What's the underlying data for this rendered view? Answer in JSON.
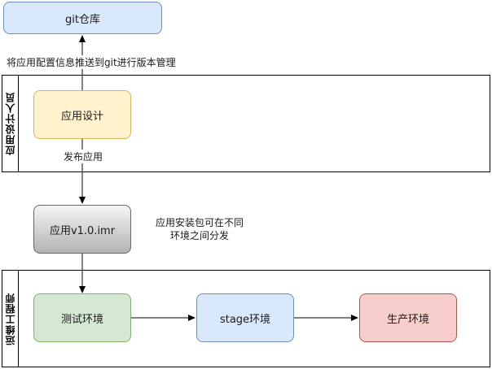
{
  "nodes": {
    "git_repo": "git仓库",
    "app_design": "应用设计",
    "package": "应用v1.0.imr",
    "test_env": "测试环境",
    "stage_env": "stage环境",
    "prod_env": "生产环境"
  },
  "lanes": {
    "designer": "应用设计人员",
    "ops": "运维工程师"
  },
  "labels": {
    "push_to_git": "将应用配置信息推送到git进行版本管理",
    "publish": "发布应用",
    "note_line1": "应用安装包可在不同",
    "note_line2": "环境之间分发"
  },
  "colors": {
    "git_fill": "#dae8fc",
    "git_stroke": "#6c8ebf",
    "design_fill": "#fff2cc",
    "design_stroke": "#d6b656",
    "package_fill_top": "#f5f5f5",
    "package_fill_bottom": "#b3b3b3",
    "package_stroke": "#666666",
    "test_fill": "#d5e8d4",
    "test_stroke": "#82b366",
    "stage_fill": "#dae8fc",
    "stage_stroke": "#6c8ebf",
    "prod_fill": "#f8cecc",
    "prod_stroke": "#b85450"
  }
}
